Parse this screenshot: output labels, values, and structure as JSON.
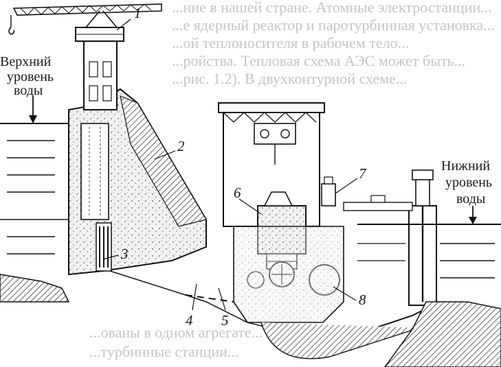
{
  "labels": {
    "upper_level": [
      "Верхний",
      "уровень",
      "воды"
    ],
    "lower_level": [
      "Нижний",
      "уровень",
      "воды"
    ]
  },
  "callouts": [
    "1",
    "2",
    "3",
    "4",
    "5",
    "6",
    "7",
    "8"
  ],
  "bleed_text": [
    "...ние в нашей стране. Атомные электростанции...",
    "...е ядерный реактор и паротурбинная установка...",
    "...ой теплоносителя в рабочем тело...",
    "...ройства. Тепловая схема АЭС может быть...",
    "...рис. 1.2). В двухконтурной схеме...",
    "...ованы в одном агрегате...",
    "...турбинные станции..."
  ]
}
